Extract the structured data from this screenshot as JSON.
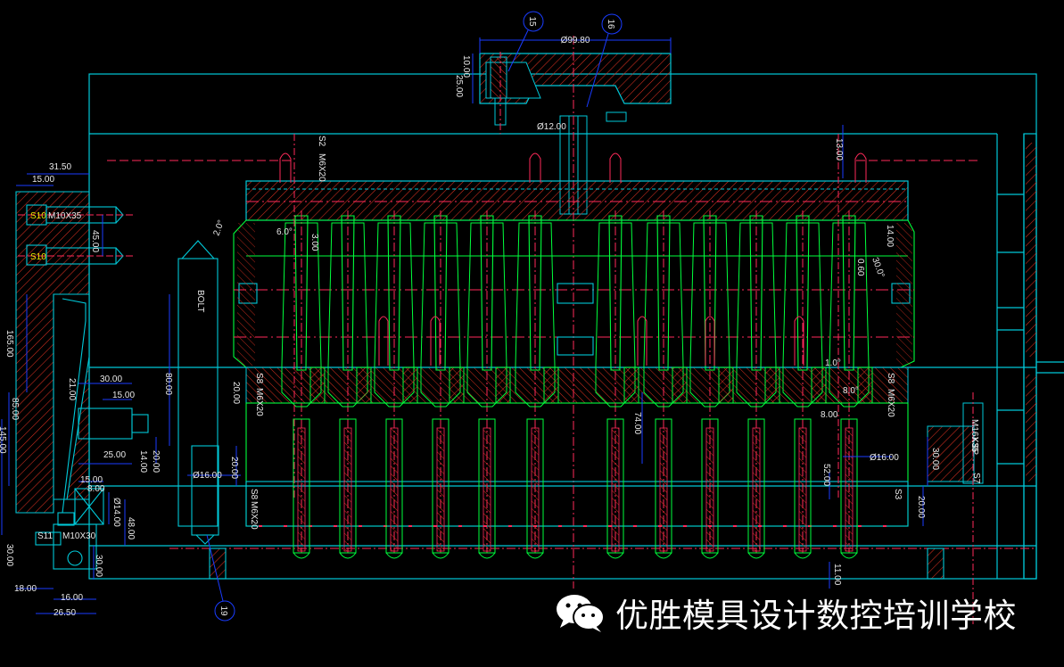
{
  "colors": {
    "background": "#000000",
    "outline": "#00c8d8",
    "green": "#00ff3c",
    "hatch": "#d83020",
    "dimension": "#1a3cff",
    "center": "#ff2a5a",
    "text": "#e8e8e8",
    "yellow": "#e8e800"
  },
  "balloons": [
    "15",
    "16",
    "19"
  ],
  "dimensions": {
    "top_width": "Ø99.80",
    "top_h1": "10.00",
    "top_h2": "25.00",
    "sprue_dia": "Ø12.00",
    "right_top": "13.00",
    "left_31": "31.50",
    "left_15a": "15.00",
    "left_45": "45.00",
    "left_165": "165.00",
    "left_85": "85.00",
    "left_145": "145.00",
    "left_30a": "30.00",
    "left_21": "21.00",
    "left_15b": "15.00",
    "left_25": "25.00",
    "left_14a": "14.00",
    "left_20a": "20.00",
    "left_80": "80.00",
    "left_20b": "20.00",
    "dia16_left": "Ø16.00",
    "left_15c": "15.00",
    "left_8a": "8.00",
    "dia14": "Ø14.00",
    "left_48": "48.00",
    "left_30b": "30.00",
    "left_30c": "30.00",
    "left_18": "18.00",
    "left_16": "16.00",
    "left_26": "26.50",
    "angle_left": "2.0°",
    "angle_6": "6.0°",
    "dim_3": "3.00",
    "dim_20e": "20.00",
    "angle_10": "1.0°",
    "angle_8": "8.0°",
    "dim_8b": "8.00",
    "dim_74": "74.00",
    "dim_52": "52.00",
    "dia16_right": "Ø16.00",
    "right_30": "30.00",
    "right_20": "20.00",
    "right_11": "11.00",
    "right_14": "14.00",
    "right_06": "0.60",
    "angle_30": "30.0°"
  },
  "labels": {
    "s10a": "S10",
    "m10a": "M10X35",
    "s10b": "S10",
    "s11": "S11",
    "m10b": "M10X30",
    "bolt": "BOLT",
    "s2": "S2",
    "m6a": "M6X20",
    "s8a": "S8",
    "m6b": "M6X20",
    "s8b": "S8",
    "m6c": "M6X20",
    "s8c": "S8",
    "m6d": "M6X20",
    "ksp": "KSP",
    "m16": "M16X35",
    "s7": "S7",
    "s3": "S3"
  },
  "watermark": {
    "icon": "wechat-icon",
    "text": "优胜模具设计数控培训学校"
  }
}
